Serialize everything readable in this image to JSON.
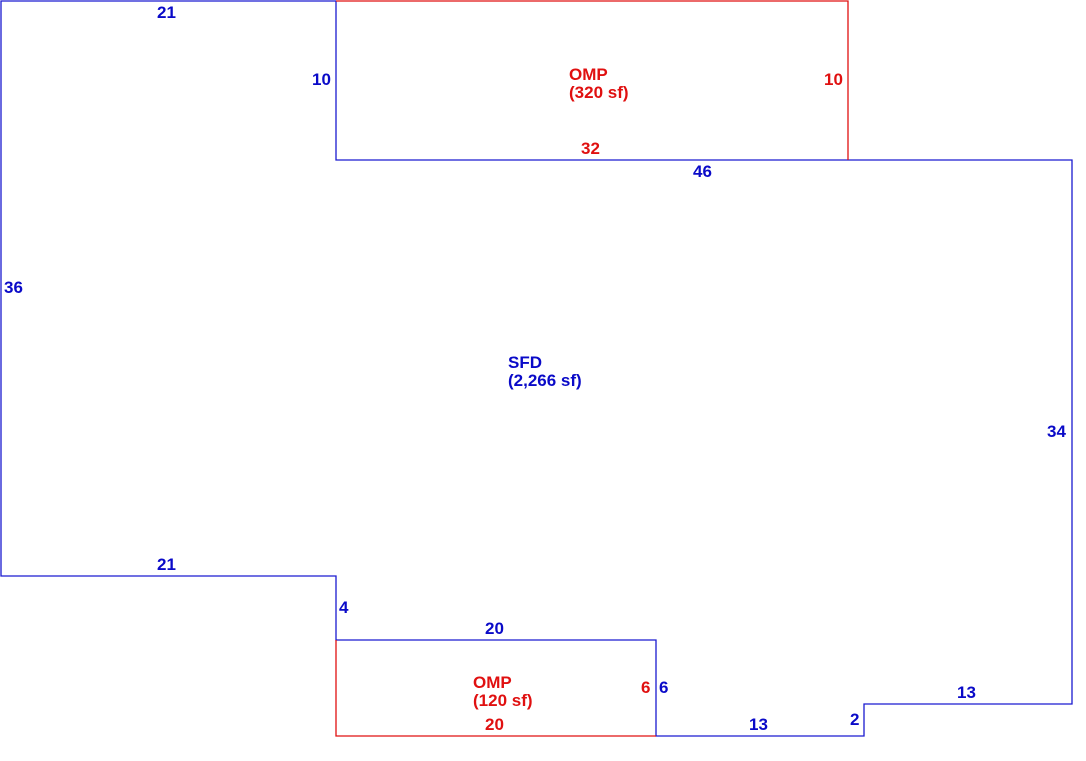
{
  "colors": {
    "main": "#0a0ac8",
    "addition": "#e01010"
  },
  "areas": {
    "sfd": {
      "name": "SFD",
      "size": "(2,266 sf)"
    },
    "omp_top": {
      "name": "OMP",
      "size": "(320 sf)"
    },
    "omp_bottom": {
      "name": "OMP",
      "size": "(120 sf)"
    }
  },
  "dimensions": {
    "top_left": "21",
    "left": "36",
    "omp_top_left": "10",
    "omp_top_right": "10",
    "omp_top_bottom": "32",
    "top_right": "46",
    "right": "34",
    "mid_left": "21",
    "step_left": "4",
    "omp_bottom_top": "20",
    "omp_bottom_side": "6",
    "sfd_side_6": "6",
    "omp_bottom_bottom": "20",
    "bottom_mid": "13",
    "bottom_step": "2",
    "bottom_right": "13"
  }
}
